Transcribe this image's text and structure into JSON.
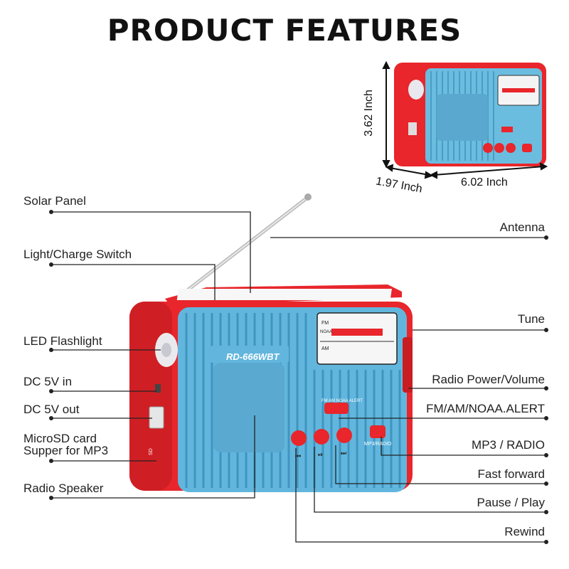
{
  "title": "PRODUCT FEATURES",
  "dimensions": {
    "height": "3.62 Inch",
    "depth": "1.97 Inch",
    "width": "6.02 Inch"
  },
  "radio": {
    "model": "RD-666WBT",
    "switch_label": "FM AM NOAA ALERT",
    "mode_label": "MP3/RADIO",
    "band_fm": "FM",
    "band_am": "AM",
    "band_noaa": "NOAA",
    "sd_label": "SD"
  },
  "labels_left": [
    "Solar Panel",
    "Light/Charge Switch",
    "LED Flashlight",
    "DC 5V in",
    "DC 5V out",
    "MicroSD card",
    "Supper for MP3",
    "Radio Speaker"
  ],
  "labels_right": [
    "Antenna",
    "Tune",
    "Radio Power/Volume",
    "FM/AM/NOAA.ALERT",
    "MP3 / RADIO",
    "Fast forward",
    "Pause / Play",
    "Rewind"
  ],
  "colors": {
    "body_red": "#e8262b",
    "panel_blue": "#5fb3d9",
    "accent": "#111111"
  }
}
